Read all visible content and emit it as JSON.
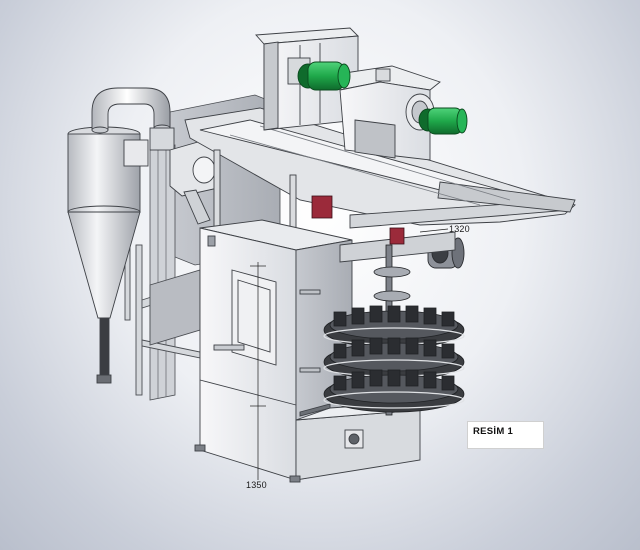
{
  "figure": {
    "caption": "RESİM 1",
    "dimensions": {
      "width_label": "1350",
      "turntable_label": "1320"
    }
  },
  "colors": {
    "background_center": "#ffffff",
    "background_edge": "#b9bfcc",
    "steel_light": "#e6e8ec",
    "steel_mid": "#c4c7cd",
    "steel_dark": "#8d9199",
    "motor_green": "#1fa84a",
    "hanger_dark": "#3a3c40",
    "drive_red": "#9b2a3a"
  },
  "components": {
    "cyclone": "cyclone-separator",
    "cabinet": "blast-cabinet",
    "turbines": "blast-turbine-motors",
    "rail": "overhead-monorail",
    "hanger": "rotating-hanger-tree",
    "elevator": "bucket-elevator"
  }
}
